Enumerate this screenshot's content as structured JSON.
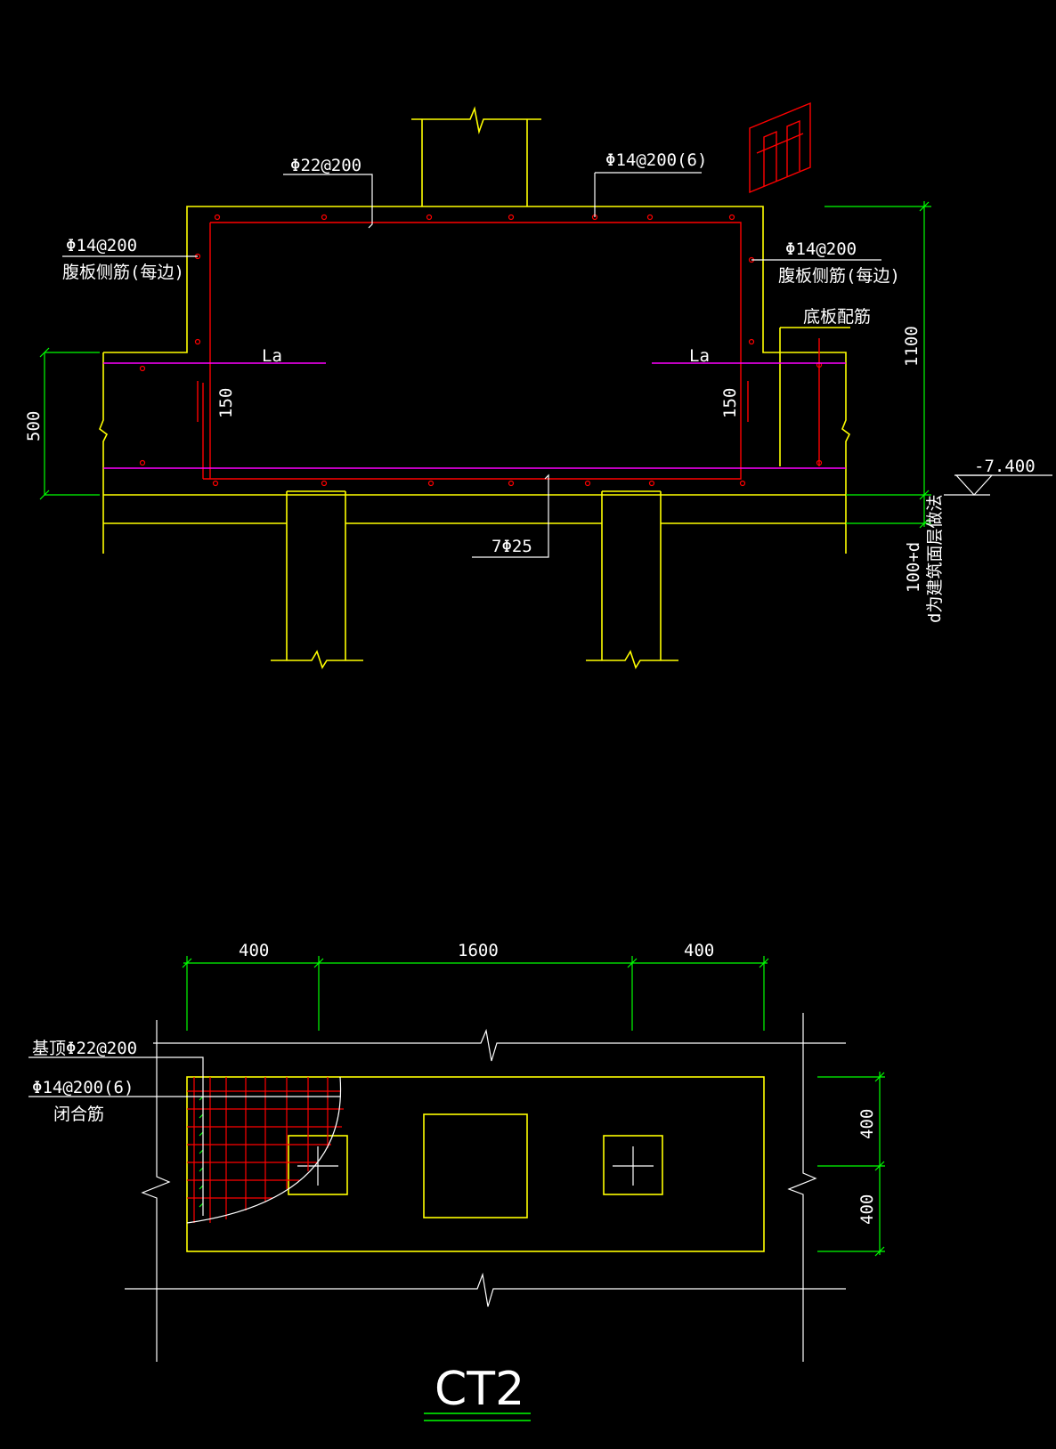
{
  "colors": {
    "background": "#000000",
    "outline": "#ffff00",
    "rebar": "#ff0000",
    "dimension": "#00ff00",
    "lap_line": "#ff00ff",
    "leader": "#ffffff",
    "text": "#ffffff"
  },
  "section": {
    "top_rebar_label": "Φ22@200",
    "stirrup_label": "Φ14@200(6)",
    "left_side_rebar": "Φ14@200",
    "left_side_rebar_note": "腹板侧筋(每边)",
    "right_side_rebar": "Φ14@200",
    "right_side_rebar_note": "腹板侧筋(每边)",
    "bottom_plate_rebar": "底板配筋",
    "lap_left": "La",
    "lap_right": "La",
    "spacing_left": "150",
    "spacing_right": "150",
    "bottom_rebar_label": "7Φ25",
    "dim_left_height": "500",
    "dim_right_height": "1100",
    "elevation": "-7.400",
    "dim_bottom": "100+d",
    "dim_bottom_note": "d为建筑面层做法"
  },
  "plan": {
    "dim_top": [
      "400",
      "1600",
      "400"
    ],
    "dim_right": [
      "400",
      "400"
    ],
    "top_rebar_label": "基顶Φ22@200",
    "stirrup_label": "Φ14@200(6)",
    "stirrup_note": "闭合筋",
    "title": "CT2"
  }
}
